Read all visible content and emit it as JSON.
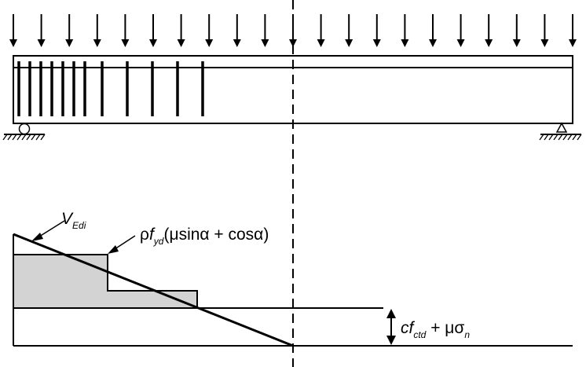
{
  "figure": {
    "labels": {
      "ved": {
        "main": "V",
        "sub": "Edi"
      },
      "resistance": {
        "rho": "ρ",
        "f": "f",
        "f_sub": "yd",
        "rest": "(μsinα + cosα)"
      },
      "cohesion": {
        "c": "c",
        "f": "f",
        "f_sub": "ctd",
        "plus": " + ",
        "mu_sigma": "μσ",
        "sigma_sub": "n"
      }
    },
    "load_arrow_count": 21,
    "stirrup_count": 12,
    "colors": {
      "line": "#000000",
      "fill_region": "#d3d3d3",
      "background": "#ffffff"
    }
  }
}
